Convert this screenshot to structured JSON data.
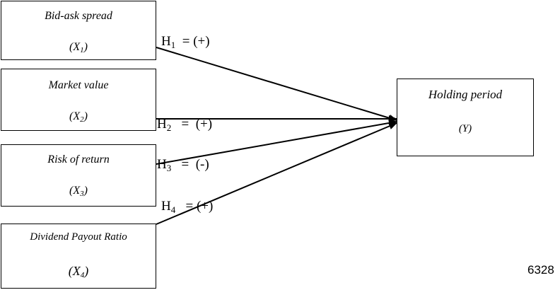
{
  "diagram": {
    "independent_variables": [
      {
        "name": "Bid-ask spread",
        "symbol": "X",
        "subscript": "1"
      },
      {
        "name": "Market value",
        "symbol": "X",
        "subscript": "2"
      },
      {
        "name": "Risk of return",
        "symbol": "X",
        "subscript": "3"
      },
      {
        "name": "Dividend Payout Ratio",
        "symbol": "X",
        "subscript": "4"
      }
    ],
    "dependent_variable": {
      "name": "Holding period",
      "symbol": "(Y)"
    },
    "hypotheses": [
      {
        "label": "H",
        "subscript": "1",
        "sign": "= (+)"
      },
      {
        "label": "H",
        "subscript": "2",
        "sign": "=  (+)"
      },
      {
        "label": "H",
        "subscript": "3",
        "sign": "=  (-)"
      },
      {
        "label": "H",
        "subscript": "4",
        "sign": "= (+)"
      }
    ]
  },
  "page_number": "6328"
}
